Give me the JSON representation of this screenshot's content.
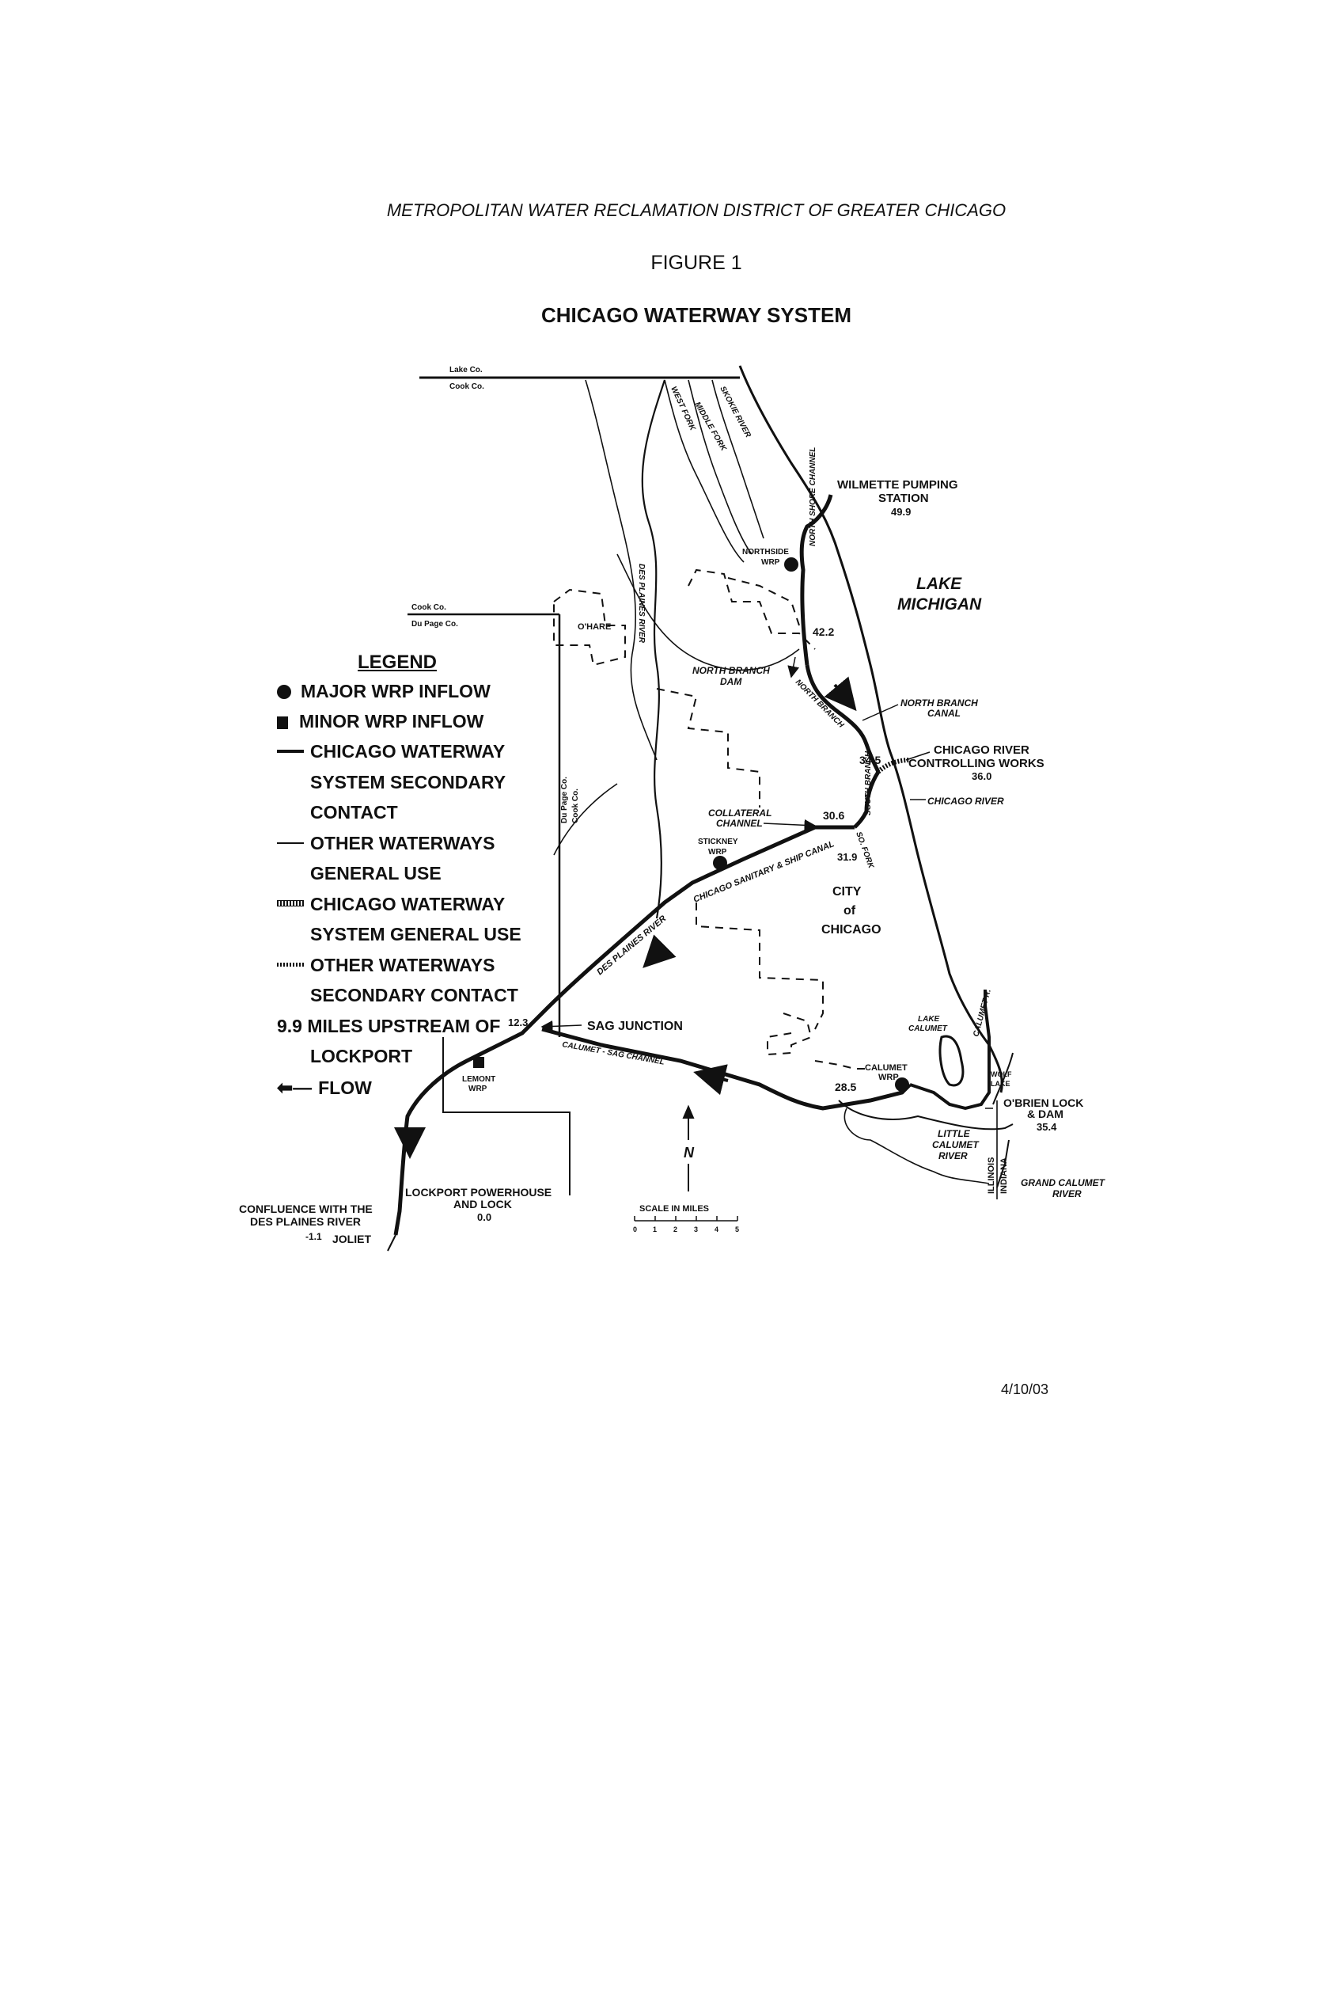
{
  "header": {
    "agency": "METROPOLITAN WATER RECLAMATION DISTRICT OF GREATER CHICAGO",
    "figure": "FIGURE 1",
    "title": "CHICAGO WATERWAY SYSTEM"
  },
  "legend": {
    "title": "LEGEND",
    "items": [
      "MAJOR WRP INFLOW",
      "MINOR WRP INFLOW",
      "CHICAGO WATERWAY",
      "SYSTEM SECONDARY",
      "CONTACT",
      "OTHER WATERWAYS",
      "GENERAL USE",
      "CHICAGO WATERWAY",
      "SYSTEM GENERAL USE",
      "OTHER WATERWAYS",
      "SECONDARY CONTACT",
      "9.9 MILES UPSTREAM OF",
      "LOCKPORT",
      "FLOW"
    ]
  },
  "county_lines": {
    "lake": "Lake Co.",
    "cook_top": "Cook Co.",
    "cook_left": "Cook Co.",
    "dupage_left": "Du Page Co.",
    "dupage_vert": "Du Page Co.",
    "cook_vert": "Cook Co."
  },
  "rivers": {
    "west_fork": "WEST FORK",
    "middle_fork": "MIDDLE FORK",
    "skokie": "SKOKIE RIVER",
    "des_plaines_upper": "DES PLAINES RIVER",
    "north_shore": "NORTH SHORE CHANNEL",
    "north_branch": "NORTH BRANCH",
    "south_branch": "SOUTH BRANCH",
    "so_fork": "SO. FORK",
    "sanitary_ship": "CHICAGO SANITARY & SHIP CANAL",
    "des_plaines_lower": "DES PLAINES RIVER",
    "cal_sag": "CALUMET - SAG CHANNEL",
    "calumet_r": "CALUMET R."
  },
  "places": {
    "wilmette": "WILMETTE PUMPING",
    "wilmette2": "STATION",
    "wilmette_mi": "49.9",
    "lake_michigan1": "LAKE",
    "lake_michigan2": "MICHIGAN",
    "northside1": "NORTHSIDE",
    "northside2": "WRP",
    "ohare": "O'HARE",
    "mile_42": "42.2",
    "nb_dam1": "NORTH BRANCH",
    "nb_dam2": "DAM",
    "nb_canal1": "NORTH BRANCH",
    "nb_canal2": "CANAL",
    "crcw1": "CHICAGO RIVER",
    "crcw2": "CONTROLLING WORKS",
    "crcw_mi": "36.0",
    "mile_345": "34.5",
    "chicago_river": "CHICAGO RIVER",
    "collateral1": "COLLATERAL",
    "collateral2": "CHANNEL",
    "mile_306": "30.6",
    "mile_319": "31.9",
    "stickney1": "STICKNEY",
    "stickney2": "WRP",
    "city1": "CITY",
    "city2": "of",
    "city3": "CHICAGO",
    "mile_123": "12.3",
    "sag_junction": "SAG JUNCTION",
    "lake_calumet1": "LAKE",
    "lake_calumet2": "CALUMET",
    "calumet_wrp1": "CALUMET",
    "calumet_wrp2": "WRP",
    "mile_285": "28.5",
    "wolf_lake1": "WOLF",
    "wolf_lake2": "LAKE",
    "obrien1": "O'BRIEN LOCK",
    "obrien2": "& DAM",
    "obrien_mi": "35.4",
    "little_cal1": "LITTLE",
    "little_cal2": "CALUMET",
    "little_cal3": "RIVER",
    "illinois": "ILLINOIS",
    "indiana": "INDIANA",
    "grand_cal1": "GRAND CALUMET",
    "grand_cal2": "RIVER",
    "lemont1": "LEMONT",
    "lemont2": "WRP",
    "lockport1": "LOCKPORT POWERHOUSE",
    "lockport2": "AND LOCK",
    "lockport_mi": "0.0",
    "confluence1": "CONFLUENCE WITH THE",
    "confluence2": "DES PLAINES RIVER",
    "confluence_mi": "-1.1",
    "joliet": "JOLIET",
    "north": "N",
    "scale_title": "SCALE IN MILES",
    "scale_ticks": [
      "0",
      "1",
      "2",
      "3",
      "4",
      "5"
    ]
  },
  "date": "4/10/03"
}
